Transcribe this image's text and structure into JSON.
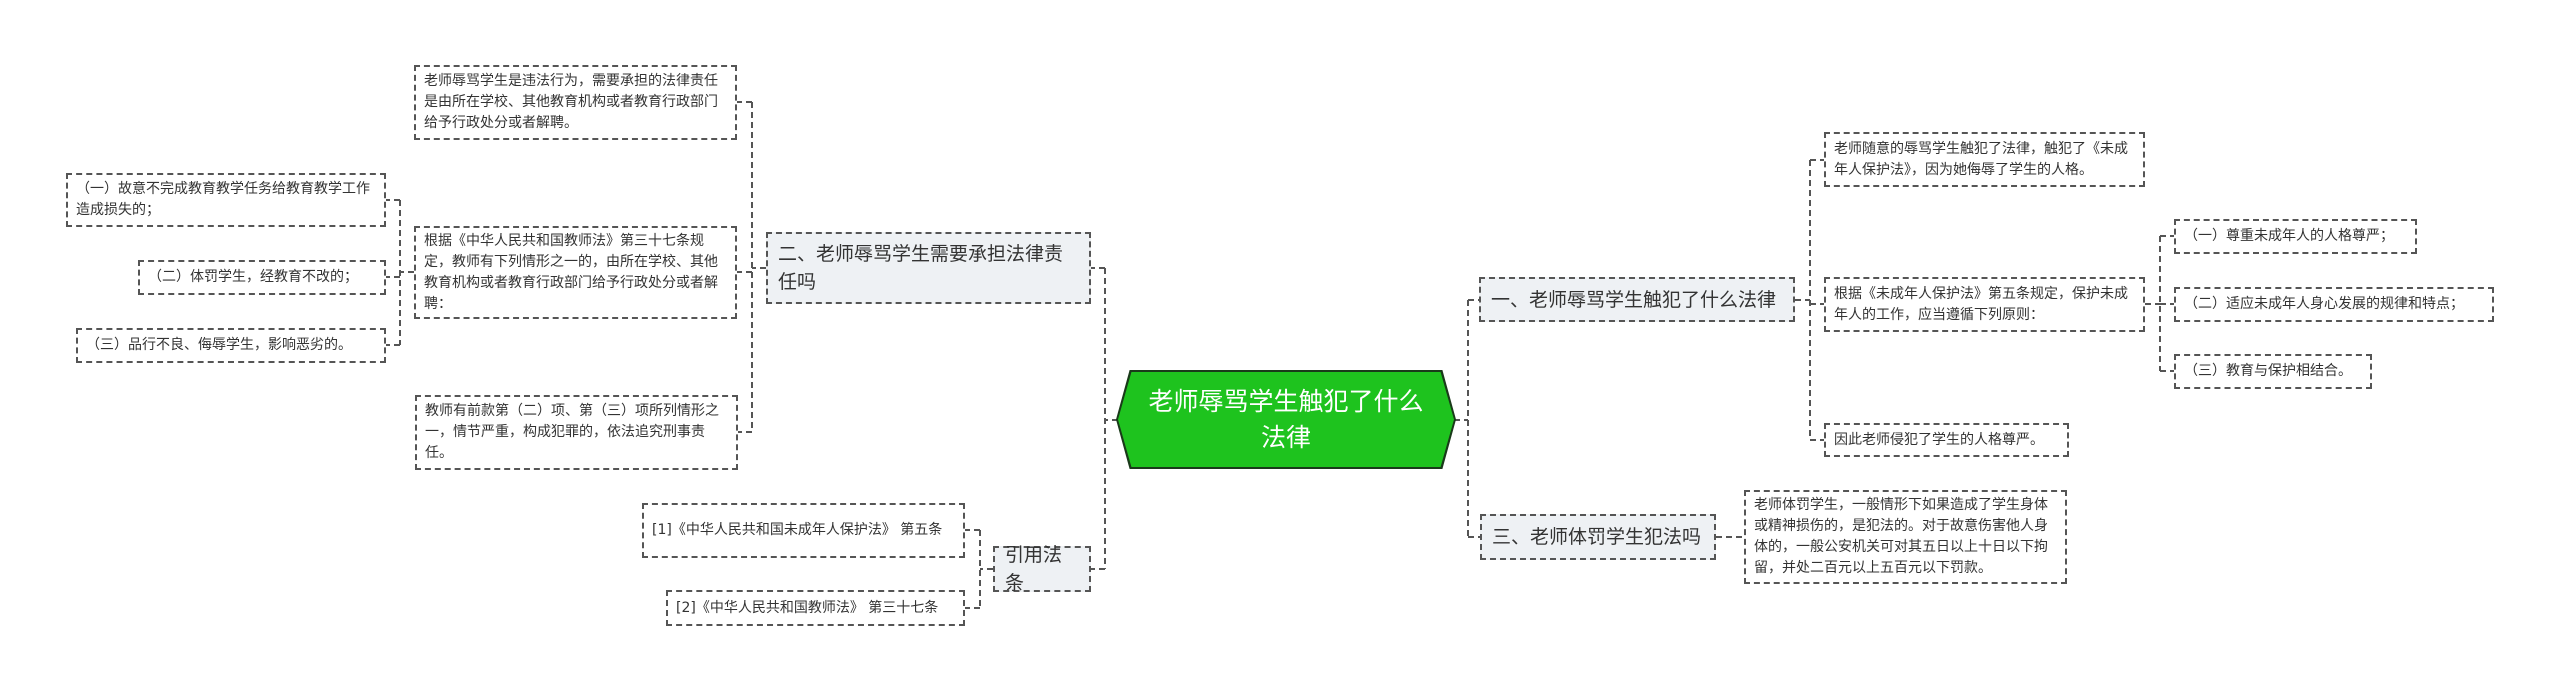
{
  "center": {
    "title": "老师辱骂学生触犯了什么法律",
    "color": "#1ec31e"
  },
  "branch1": {
    "title": "一、老师辱骂学生触犯了什么法律",
    "leaves": [
      "老师随意的辱骂学生触犯了法律，触犯了《未成年人保护法》，因为她侮辱了学生的人格。",
      "根据《未成年人保护法》第五条规定，保护未成年人的工作，应当遵循下列原则：",
      "因此老师侵犯了学生的人格尊严。"
    ],
    "principles": [
      "（一）尊重未成年人的人格尊严；",
      "（二）适应未成年人身心发展的规律和特点；",
      "（三）教育与保护相结合。"
    ]
  },
  "branch2": {
    "title": "二、老师辱骂学生需要承担法律责任吗",
    "leaves": [
      "老师辱骂学生是违法行为，需要承担的法律责任是由所在学校、其他教育机构或者教育行政部门给予行政处分或者解聘。",
      "根据《中华人民共和国教师法》第三十七条规定，教师有下列情形之一的，由所在学校、其他教育机构或者教育行政部门给予行政处分或者解聘：",
      "教师有前款第（二）项、第（三）项所列情形之一，情节严重，构成犯罪的，依法追究刑事责任。"
    ],
    "cases": [
      "（一）故意不完成教育教学任务给教育教学工作造成损失的；",
      "（二）体罚学生，经教育不改的；",
      "（三）品行不良、侮辱学生，影响恶劣的。"
    ]
  },
  "branch3": {
    "title": "三、老师体罚学生犯法吗",
    "leaf": "老师体罚学生，一般情形下如果造成了学生身体或精神损伤的，是犯法的。对于故意伤害他人身体的，一般公安机关可对其五日以上十日以下拘留，并处二百元以上五百元以下罚款。"
  },
  "citations": {
    "title": "引用法条",
    "items": [
      "[1]《中华人民共和国未成年人保护法》 第五条",
      "[2]《中华人民共和国教师法》 第三十七条"
    ]
  }
}
